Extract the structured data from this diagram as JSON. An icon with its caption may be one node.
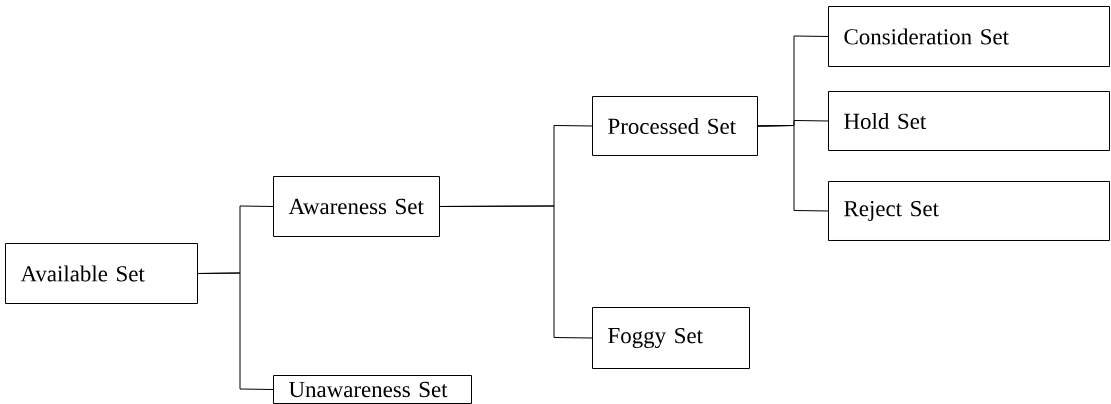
{
  "diagram": {
    "nodes": [
      {
        "text": [
          "Available Set"
        ]
      },
      {
        "text": [
          "Awareness Set"
        ]
      },
      {
        "text": [
          "Unawareness Set"
        ]
      },
      {
        "text": [
          "Processed Set"
        ]
      },
      {
        "text": [
          "Foggy Set"
        ]
      },
      {
        "text": [
          "Consideration Set"
        ]
      },
      {
        "text": [
          "Hold Set"
        ]
      },
      {
        "text": [
          "Reject Set"
        ]
      }
    ],
    "edges": [
      {
        "from": 0,
        "to": 1,
        "arrow": "none"
      },
      {
        "from": 0,
        "to": 2,
        "arrow": "none"
      },
      {
        "from": 1,
        "to": 3,
        "arrow": "none"
      },
      {
        "from": 1,
        "to": 4,
        "arrow": "none"
      },
      {
        "from": 3,
        "to": 5,
        "arrow": "none"
      },
      {
        "from": 3,
        "to": 6,
        "arrow": "none"
      },
      {
        "from": 3,
        "to": 7,
        "arrow": "none"
      }
    ]
  }
}
